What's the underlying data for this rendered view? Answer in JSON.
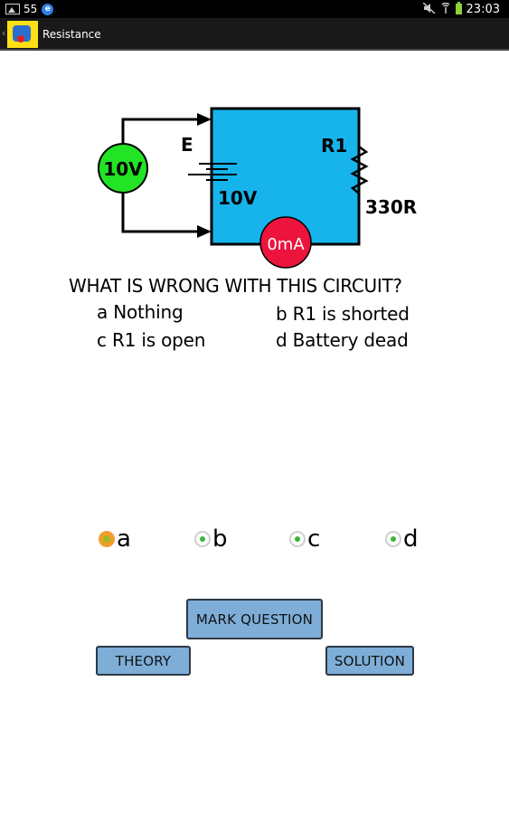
{
  "status_bar": {
    "notification_count": "55",
    "browser_icon": "e",
    "icons": [
      "gallery-icon",
      "browser-icon",
      "mute-icon",
      "signal-icon",
      "battery-icon"
    ],
    "time": "23:03"
  },
  "action_bar": {
    "title": "Resistance",
    "up_glyph": "‹",
    "logo_icon": "app-logo-icon"
  },
  "circuit": {
    "voltmeter_label": "10V",
    "battery_label": "E",
    "battery_voltage": "10V",
    "resistor_label": "R1",
    "resistor_value": "330R",
    "ammeter_label": "0mA",
    "colors": {
      "panel": "#17b4ec",
      "voltmeter": "#22e324",
      "ammeter": "#ec143c",
      "ammeter_text": "#ffffff"
    }
  },
  "question": {
    "text": "WHAT IS WRONG WITH THIS CIRCUIT?",
    "answers": {
      "a": "a Nothing",
      "b": "b R1 is shorted",
      "c": "c R1 is open",
      "d": "d Battery dead"
    }
  },
  "options": {
    "selected": "a",
    "items": [
      {
        "key": "a",
        "label": "a"
      },
      {
        "key": "b",
        "label": "b"
      },
      {
        "key": "c",
        "label": "c"
      },
      {
        "key": "d",
        "label": "d"
      }
    ],
    "colors": {
      "selected": "#f39c2a",
      "unselected_dot": "#3bb43b"
    }
  },
  "buttons": {
    "mark_question": "MARK QUESTION",
    "theory": "THEORY",
    "solution": "SOLUTION",
    "color": "#7eaed8"
  }
}
